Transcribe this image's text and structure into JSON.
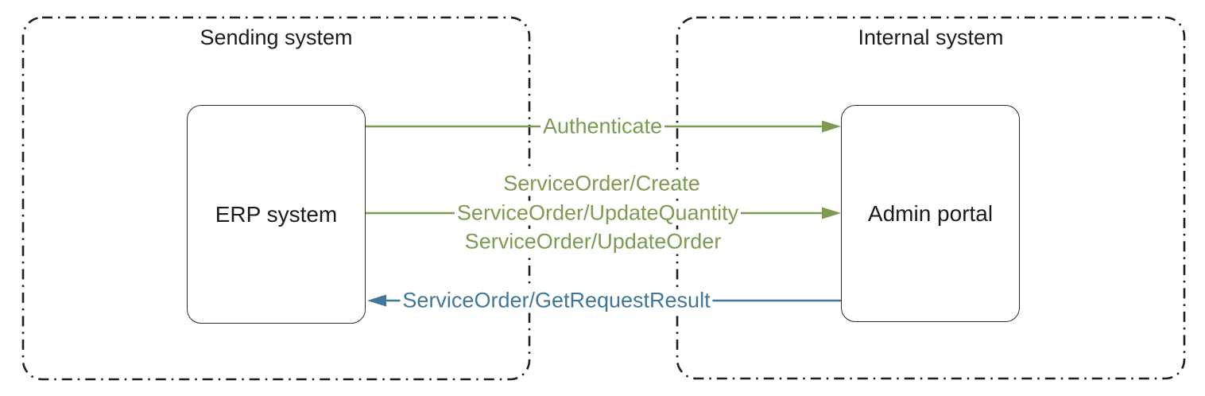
{
  "colors": {
    "green": "#7D9A51",
    "blue": "#3F7799",
    "boundary": "#1f1f1f"
  },
  "groups": [
    {
      "title": "Sending system",
      "node": "ERP system"
    },
    {
      "title": "Internal system",
      "node": "Admin portal"
    }
  ],
  "messages": [
    {
      "labels": [
        "Authenticate"
      ],
      "from": "ERP system",
      "to": "Admin portal",
      "direction": "left-to-right",
      "color": "#7D9A51"
    },
    {
      "labels": [
        "ServiceOrder/Create",
        "ServiceOrder/UpdateQuantity",
        "ServiceOrder/UpdateOrder"
      ],
      "from": "ERP system",
      "to": "Admin portal",
      "direction": "left-to-right",
      "color": "#7D9A51"
    },
    {
      "labels": [
        "ServiceOrder/GetRequestResult"
      ],
      "from": "Admin portal",
      "to": "ERP system",
      "direction": "right-to-left",
      "color": "#3F7799"
    }
  ]
}
